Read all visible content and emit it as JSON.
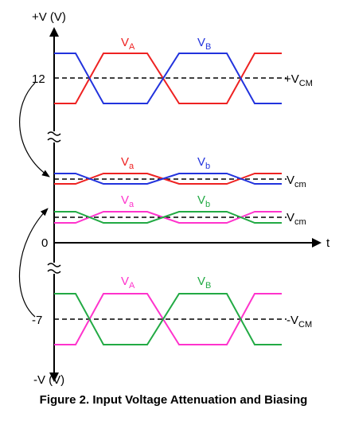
{
  "axis": {
    "y_top_label": "+V (V)",
    "y_bottom_label": "-V (V)",
    "x_label": "t",
    "tick_12": "12",
    "tick_0": "0",
    "tick_neg7": "-7"
  },
  "groups": {
    "top": {
      "left_main": "V",
      "left_sub": "A",
      "right_main": "V",
      "right_sub": "B",
      "ref_main": "+V",
      "ref_sub": "CM",
      "colors": {
        "left": "#ee2222",
        "right": "#2233dd"
      }
    },
    "mid_upper": {
      "left_main": "V",
      "left_sub": "a",
      "right_main": "V",
      "right_sub": "b",
      "ref_main": "V",
      "ref_sub": "cm",
      "colors": {
        "left": "#ee2222",
        "right": "#2233dd"
      }
    },
    "mid_lower": {
      "left_main": "V",
      "left_sub": "a",
      "right_main": "V",
      "right_sub": "b",
      "ref_main": "V",
      "ref_sub": "cm",
      "colors": {
        "left": "#ff33cc",
        "right": "#22aa44"
      }
    },
    "bottom": {
      "left_main": "V",
      "left_sub": "A",
      "right_main": "V",
      "right_sub": "B",
      "ref_main": "-V",
      "ref_sub": "CM",
      "colors": {
        "left": "#ff33cc",
        "right": "#22aa44"
      }
    }
  },
  "caption": "Figure 2. Input Voltage Attenuation and Biasing"
}
